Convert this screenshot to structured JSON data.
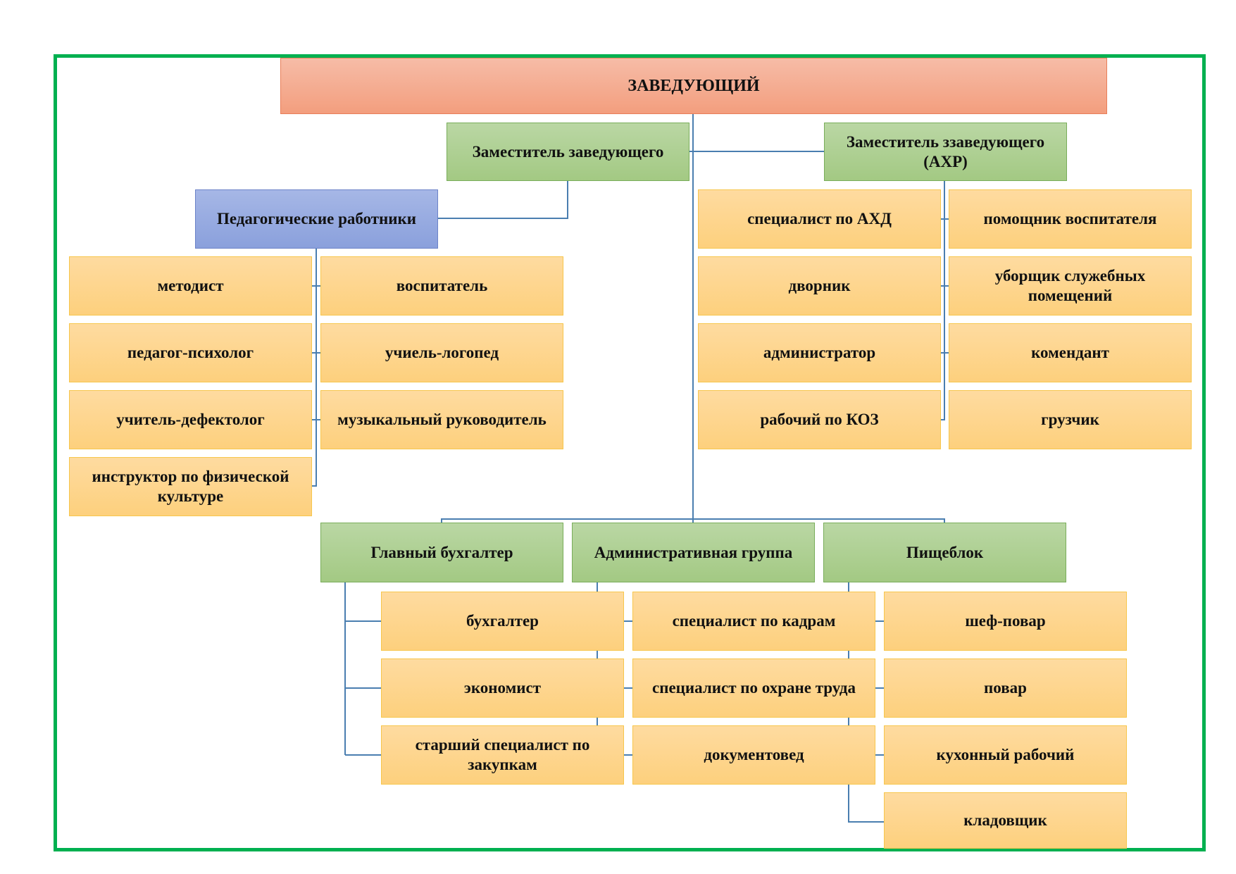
{
  "head": "ЗАВЕДУЮЩИЙ",
  "deputy": "Заместитель заведующего",
  "deputy_ahr": "Заместитель ззаведующего (АХР)",
  "pedagogical": {
    "title": "Педагогические работники",
    "items": [
      "методист",
      "воспитатель",
      "педагог-психолог",
      "учиель-логопед",
      "учитель-дефектолог",
      "музыкальный руководитель",
      "инструктор по физической культуре"
    ]
  },
  "ahr_staff": [
    "специалист по АХД",
    "помощник воспитателя",
    "дворник",
    "уборщик служебных помещений",
    "администратор",
    "комендант",
    "рабочий по КОЗ",
    "грузчик"
  ],
  "chief_accountant": {
    "title": "Главный бухгалтер",
    "items": [
      "бухгалтер",
      "экономист",
      "старший специалист по закупкам"
    ]
  },
  "admin_group": {
    "title": "Административная группа",
    "items": [
      "специалист по кадрам",
      "специалист по охране труда",
      "документовед"
    ]
  },
  "kitchen": {
    "title": "Пищеблок",
    "items": [
      "шеф-повар",
      "повар",
      "кухонный рабочий",
      "кладовщик"
    ]
  },
  "colors": {
    "frame": "#00b050",
    "connector": "#4a7eb0",
    "head_fill": "#f4a98a",
    "manager_fill": "#a9cd8c",
    "pedagogical_fill": "#8fa5de",
    "staff_fill": "#fed688"
  }
}
